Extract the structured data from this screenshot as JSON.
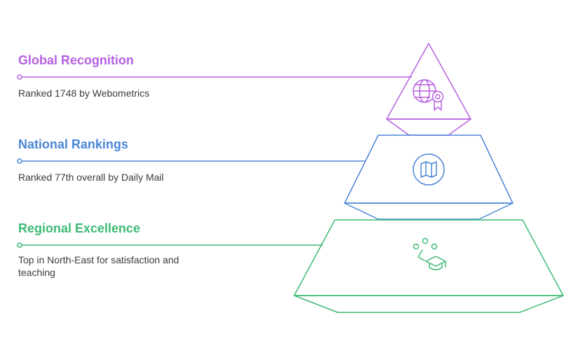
{
  "levels": [
    {
      "title": "Global Recognition",
      "description": "Ranked 1748 by Webometrics",
      "color": "#b65fe0",
      "icon": "globe-award-icon"
    },
    {
      "title": "National Rankings",
      "description": "Ranked 77th overall by Daily Mail",
      "color": "#4a86d8",
      "icon": "map-icon"
    },
    {
      "title": "Regional Excellence",
      "description": "Top in North-East for satisfaction and teaching",
      "color": "#3dba74",
      "icon": "graduation-network-icon"
    }
  ]
}
